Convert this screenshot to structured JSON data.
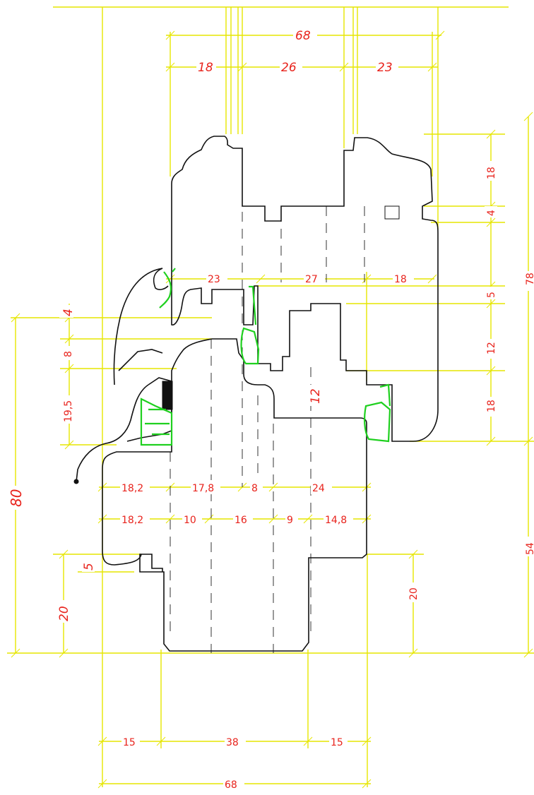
{
  "dimensions": {
    "top_total": "68",
    "top_a": "18",
    "top_b": "26",
    "top_c": "23",
    "right_18a": "18",
    "right_4": "4",
    "right_78": "78",
    "right_5": "5",
    "right_12": "12",
    "right_18b": "18",
    "right_54": "54",
    "right_20": "20",
    "mid_23": "23",
    "mid_27": "27",
    "mid_18": "18",
    "left_4": "4",
    "left_8": "8",
    "left_19_5": "19,5",
    "left_80": "80",
    "left_20": "20",
    "left_5": "5",
    "inner_12": "12",
    "row1_a": "18,2",
    "row1_b": "17,8",
    "row1_c": "8",
    "row1_d": "24",
    "row2_a": "18,2",
    "row2_b": "10",
    "row2_c": "16",
    "row2_d": "9",
    "row2_e": "14,8",
    "bottom_a": "15",
    "bottom_b": "38",
    "bottom_c": "15",
    "bottom_total": "68"
  },
  "colors": {
    "dimension_lines": "#e6e600",
    "dimension_text": "#e8231c",
    "profile_outline": "#111111",
    "gasket": "#1fd01f"
  }
}
